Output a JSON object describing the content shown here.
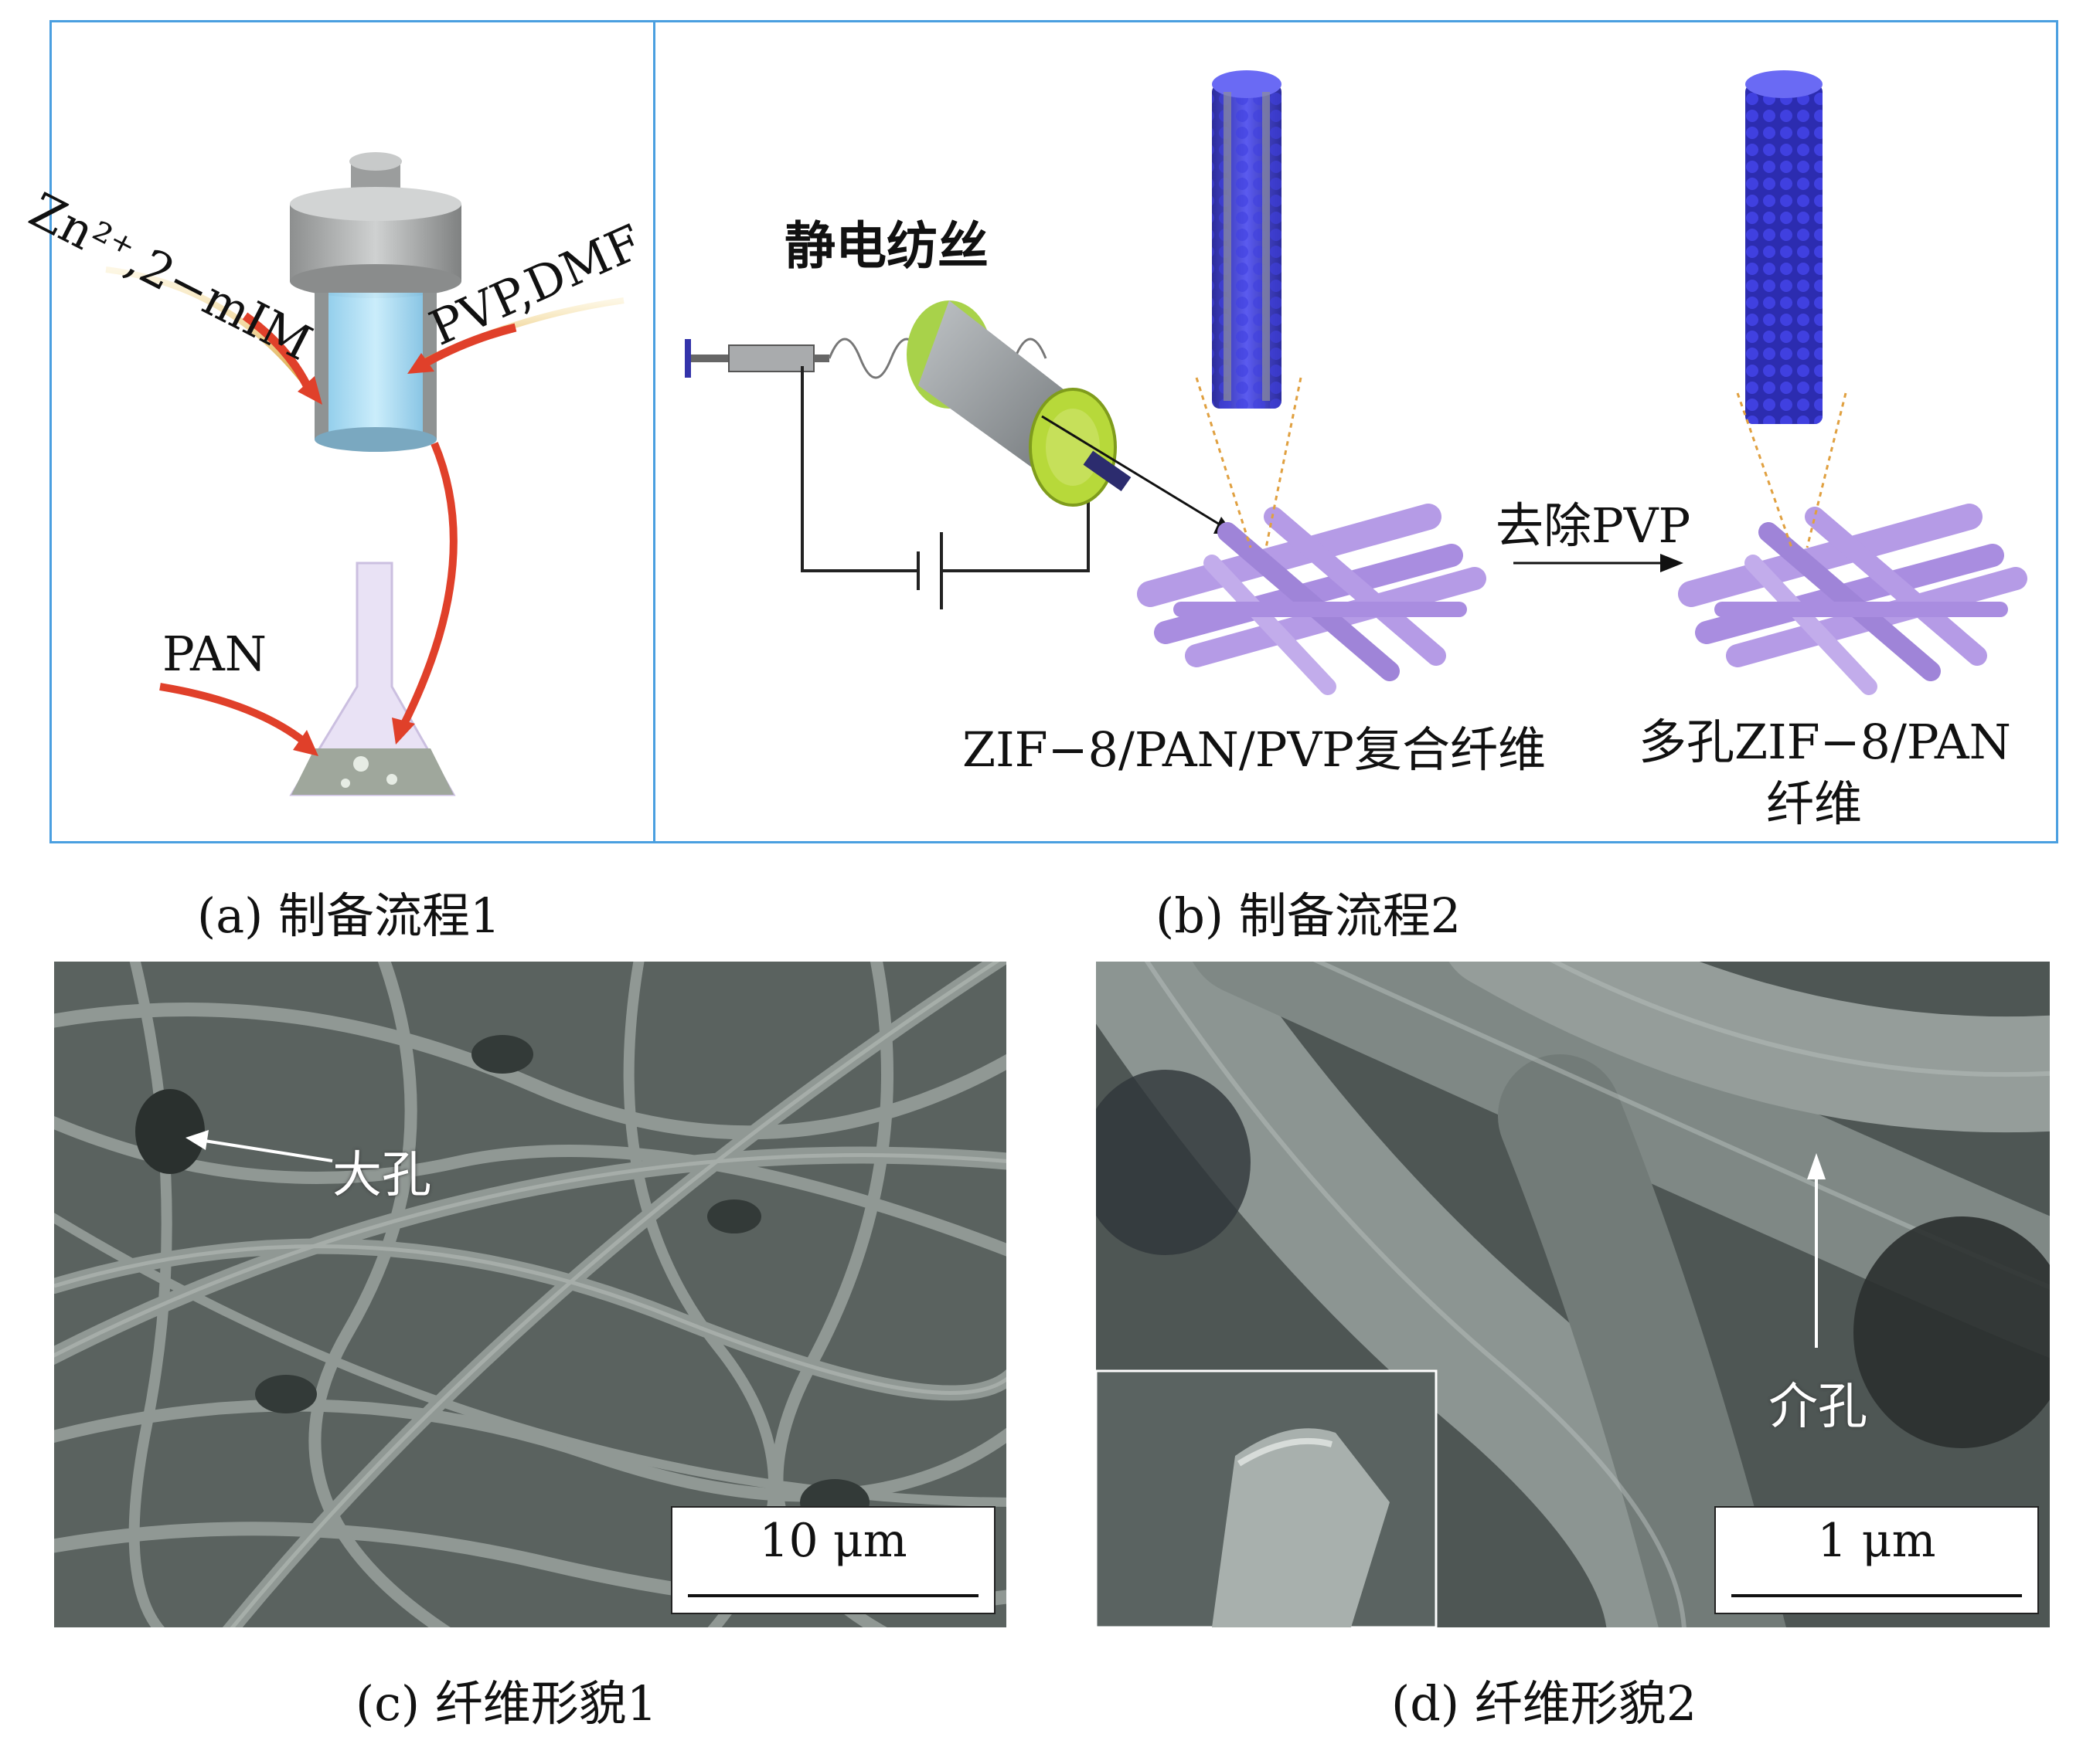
{
  "panel_a": {
    "reagent_top_left": "Zn²⁺,2−mIM",
    "reagent_top_right": "PVP,DMF",
    "reagent_bottom": "PAN",
    "caption": "(a) 制备流程1"
  },
  "panel_b": {
    "process_label": "静电纺丝",
    "step_label": "去除PVP",
    "composite_label": "ZIF−8/PAN/PVP复合纤维",
    "porous_label_line1": "多孔ZIF−8/PAN",
    "porous_label_line2": "纤维",
    "caption": "(b) 制备流程2"
  },
  "panel_c": {
    "annotation": "大孔",
    "scale_bar": "10 μm",
    "caption": "(c) 纤维形貌1"
  },
  "panel_d": {
    "annotation": "介孔",
    "scale_bar": "1 μm",
    "caption": "(d) 纤维形貌2"
  },
  "colors": {
    "frame_border": "#4a9fe0",
    "arrow_red": "#e0402a",
    "fiber_violet": "#b59be6",
    "rod_blue": "#3a3ad0"
  }
}
